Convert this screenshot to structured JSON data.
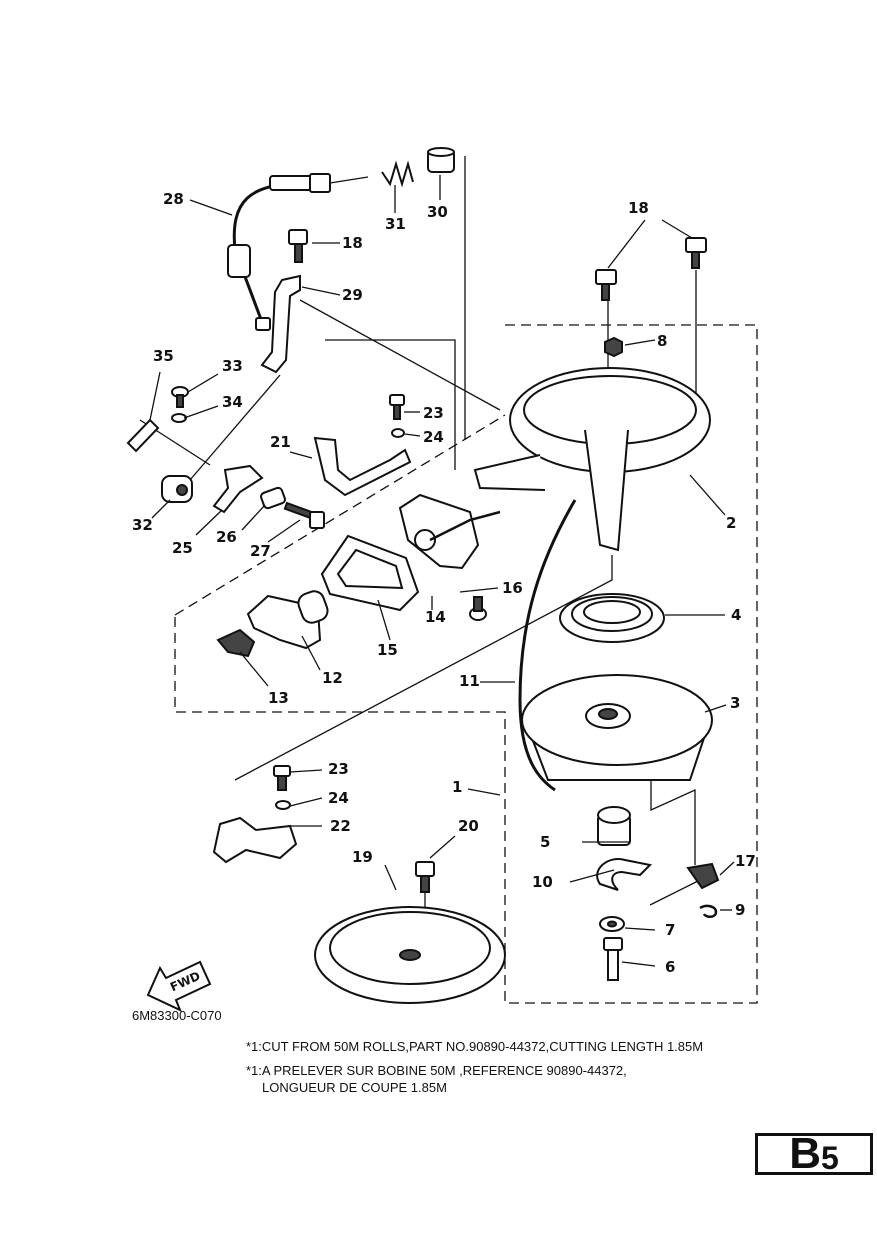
{
  "drawing_code": "6M83300-C070",
  "fwd_label": "FWD",
  "notes": [
    "*1:CUT FROM 50M ROLLS,PART NO.90890-44372,CUTTING LENGTH 1.85M",
    "*1:A PRELEVER SUR BOBINE 50M ,REFERENCE 90890-44372,",
    "LONGUEUR DE COUPE 1.85M"
  ],
  "page_id": {
    "letter": "B",
    "number": "5"
  },
  "callouts": {
    "c1": "1",
    "c2": "2",
    "c3": "3",
    "c4": "4",
    "c5": "5",
    "c6": "6",
    "c7": "7",
    "c8": "8",
    "c9": "9",
    "c10": "10",
    "c11": "11",
    "c12": "12",
    "c13": "13",
    "c14": "14",
    "c15": "15",
    "c16": "16",
    "c17": "17",
    "c18a": "18",
    "c18b": "18",
    "c19": "19",
    "c20": "20",
    "c21": "21",
    "c22": "22",
    "c23a": "23",
    "c23b": "23",
    "c24a": "24",
    "c24b": "24",
    "c25": "25",
    "c26": "26",
    "c27": "27",
    "c28": "28",
    "c29": "29",
    "c30": "30",
    "c31": "31",
    "c32": "32",
    "c33": "33",
    "c34": "34",
    "c35": "35"
  }
}
